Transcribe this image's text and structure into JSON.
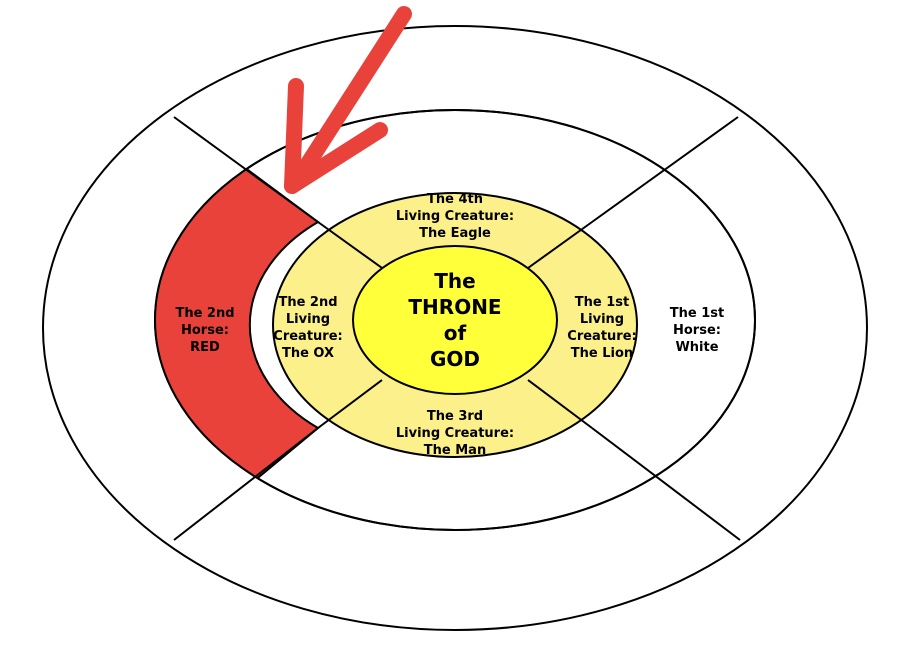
{
  "colors": {
    "outline": "#000000",
    "yellow_ring": "#fbf08a",
    "throne_center": "#ffff3a",
    "red_segment": "#e8423b",
    "arrow": "#e8423b",
    "background": "#ffffff"
  },
  "throne": {
    "line1": "The",
    "line2": "THRONE",
    "line3": "of",
    "line4": "GOD"
  },
  "creatures": {
    "fourth": {
      "line1": "The 4th",
      "line2": "Living Creature:",
      "line3": "The Eagle"
    },
    "second": {
      "line1": "The 2nd",
      "line2": "Living",
      "line3": "Creature:",
      "line4": "The OX"
    },
    "first": {
      "line1": "The 1st",
      "line2": "Living",
      "line3": "Creature:",
      "line4": "The Lion"
    },
    "third": {
      "line1": "The 3rd",
      "line2": "Living Creature:",
      "line3": "The Man"
    }
  },
  "horses": {
    "second": {
      "line1": "The 2nd",
      "line2": "Horse:",
      "line3": "RED"
    },
    "first": {
      "line1": "The 1st",
      "line2": "Horse:",
      "line3": "White"
    }
  },
  "arrow_icon": "arrow-pointing-down-left"
}
